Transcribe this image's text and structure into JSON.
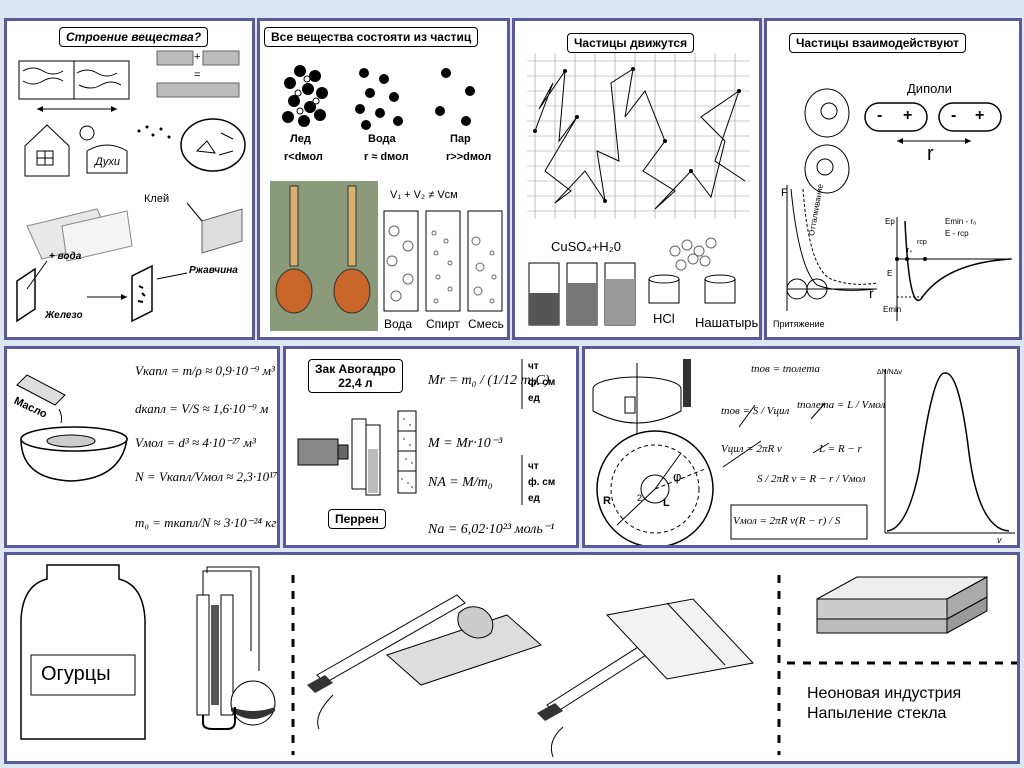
{
  "p1": {
    "title": "Строение вещества?",
    "plus": "+",
    "equals": "=",
    "perfume": "Духи",
    "glue": "Клей",
    "water": "+ вода",
    "rust": "Ржавчина",
    "iron": "Железо"
  },
  "p2": {
    "title": "Все вещества состояти из частиц",
    "ice": "Лед",
    "water": "Вода",
    "steam": "Пар",
    "ice_r": "r<dмол",
    "water_r": "r ≈ dмол",
    "steam_r": "r>>dмол",
    "vol_eq": "V₁  +  V₂  ≠  Vсм",
    "cyl1": "Вода",
    "cyl2": "Спирт",
    "cyl3": "Смесь"
  },
  "p3": {
    "title": "Частицы движутся",
    "cuso4": "CuSO₄+H₂0",
    "hcl": "HCl",
    "ammonia": "Нашатырь"
  },
  "p4": {
    "title": "Частицы взаимодействуют",
    "dipoles": "Диполи",
    "minus1": "-",
    "plus1": "+",
    "minus2": "-",
    "plus2": "+",
    "r": "r",
    "F": "F",
    "r2": "r",
    "attraction": "Притяжение",
    "repulsion": "Отталкивание",
    "emin_r0": "Emin - r₀",
    "e_rcp": "E   - rср",
    "ep": "Eр",
    "e": "E",
    "emin": "Emin",
    "r0": "r₀",
    "rcp": "rср"
  },
  "p5": {
    "oil": "Масло",
    "f1": "Vкапл = m/ρ ≈ 0,9·10⁻⁹ м³",
    "f2": "dкапл = V/S ≈ 1,6·10⁻⁹ м",
    "f3": "Vмол = d³ ≈ 4·10⁻²⁷ м³",
    "f4": "N = Vкапл/Vмол ≈ 2,3·10¹⁷",
    "f5": "m₀ = mкапл/N ≈ 3·10⁻²⁴ кг"
  },
  "p6": {
    "title1": "Зак Авогадро",
    "title2": "22,4 л",
    "perren": "Перрен",
    "f1": "Mr = m₀ / (1/12 m₀C)",
    "f2": "M = Mr·10⁻³",
    "f3": "NA = M/m₀",
    "f4": "Na = 6,02·10²³ моль⁻¹",
    "unit1": "чт",
    "unit2": "ф. см",
    "unit3": "ед",
    "unit4": "чт",
    "unit5": "ф. см",
    "unit6": "ед"
  },
  "p7": {
    "f1": "tпов = tполета",
    "f2": "tпов = S / Vцил",
    "f3": "tполета = L / Vмол",
    "f4": "Vцил = 2πR ν",
    "f5": "L = R − r",
    "f6": "S / 2πR ν = R − r / Vмол",
    "f7": "Vмол = 2πR ν(R − r) / S",
    "R": "R",
    "L": "L",
    "two": "2",
    "phi": "φ",
    "y_axis": "ΔN/NΔν",
    "x_axis": "v"
  },
  "p8": {
    "cucumbers": "Огурцы",
    "neon": "Неоновая индустрия",
    "glass": "Напыление стекла"
  }
}
